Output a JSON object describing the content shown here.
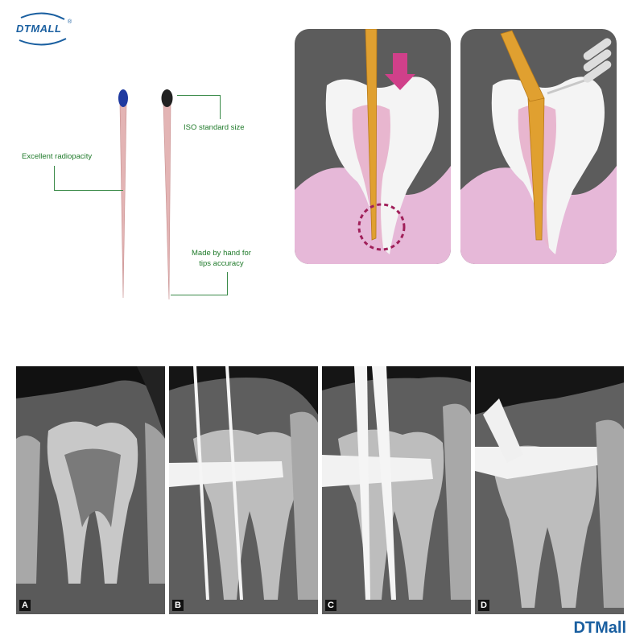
{
  "logo": {
    "text": "DTMALL",
    "registered": "®"
  },
  "callouts": {
    "radiopacity": "Excellent radiopacity",
    "iso_size": "ISO standard size",
    "hand_made_line1": "Made by hand for",
    "hand_made_line2": "tips accuracy"
  },
  "xray_panels": [
    {
      "label": "A"
    },
    {
      "label": "B"
    },
    {
      "label": "C"
    },
    {
      "label": "D"
    }
  ],
  "brand": "DTMall",
  "colors": {
    "brand_blue": "#1a5fa0",
    "callout_green": "#1f7a2a",
    "cone_pink": "#e3b4b4",
    "cap_blue": "#1f3aa0",
    "cap_black": "#222222",
    "gutta_orange": "#e0a030",
    "arrow_magenta": "#d0408a",
    "gum_pink": "#e6b8d8"
  }
}
